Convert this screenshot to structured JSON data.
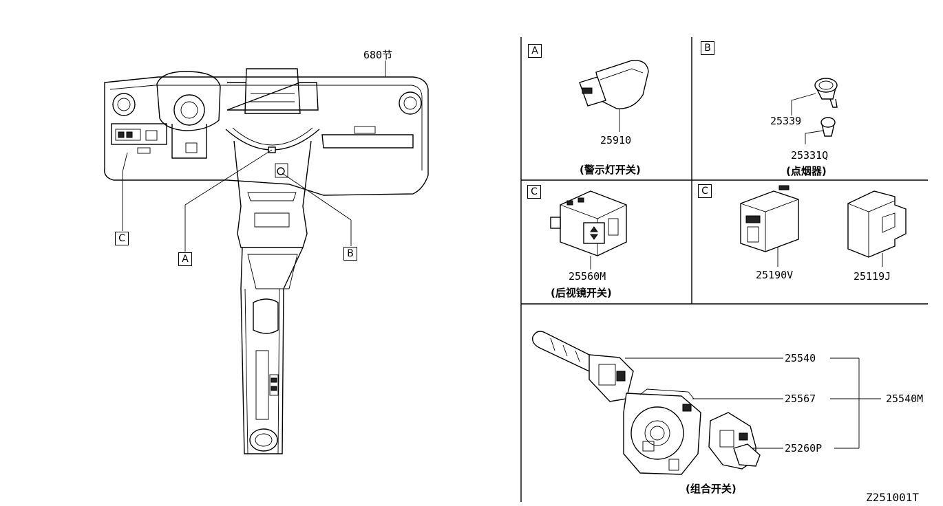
{
  "figure_code": "Z251001T",
  "overview": {
    "section_ref": "680节",
    "callouts": [
      "A",
      "B",
      "C"
    ]
  },
  "panels": [
    {
      "id": "A",
      "parts": [
        "25910"
      ],
      "caption": "(警示灯开关)"
    },
    {
      "id": "B",
      "parts": [
        "25339",
        "25331Q"
      ],
      "caption": "(点烟器)"
    },
    {
      "id": "C",
      "parts": [
        "25560M"
      ],
      "caption": "(后视镜开关)"
    },
    {
      "id": "C",
      "parts": [
        "25190V",
        "25119J"
      ],
      "caption": ""
    }
  ],
  "combination_switch": {
    "parts": [
      "25540",
      "25567",
      "25260P"
    ],
    "assembly": "25540M",
    "caption": "(组合开关)"
  }
}
